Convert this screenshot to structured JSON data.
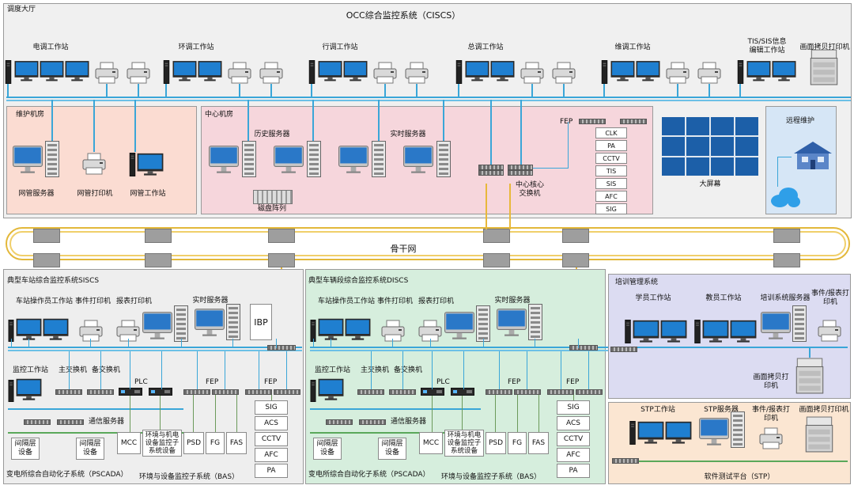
{
  "top": {
    "hall_label": "调度大厅",
    "title": "OCC综合监控系统（CISCS）",
    "stations": [
      "电调工作站",
      "环调工作站",
      "行调工作站",
      "总调工作站",
      "维调工作站"
    ],
    "tis_station": "TIS/SIS信息编辑工作站",
    "tis_station_l1": "TIS/SIS信息",
    "tis_station_l2": "编辑工作站",
    "copy_printer": "画面拷贝打印机"
  },
  "maint": {
    "title": "维护机房",
    "server": "网管服务器",
    "printer": "网管打印机",
    "workstation": "网管工作站"
  },
  "center": {
    "title": "中心机房",
    "history_server": "历史服务器",
    "realtime_server": "实时服务器",
    "disk_array": "磁盘阵列",
    "fep": "FEP",
    "core_switch": "中心核心交换机",
    "core_switch_l1": "中心核心",
    "core_switch_l2": "交换机",
    "fep_stack": [
      "CLK",
      "PA",
      "CCTV",
      "TIS",
      "SIS",
      "AFC",
      "SIG"
    ]
  },
  "screen": {
    "label": "大屏幕"
  },
  "remote": {
    "label": "远程维护"
  },
  "backbone": {
    "label": "骨干网"
  },
  "station": {
    "title": "典型车站综合监控系统SISCS",
    "op_ws": "车站操作员工作站",
    "event_printer": "事件打印机",
    "report_printer": "报表打印机",
    "rt_server": "实时服务器",
    "ibp": "IBP",
    "monitor_ws": "监控工作站",
    "main_switch": "主交换机",
    "backup_switch": "备交换机",
    "plc": "PLC",
    "fep1": "FEP",
    "fep2": "FEP",
    "comm_server": "通信服务器",
    "bay1": "间隔层\n设备",
    "bay2": "间隔层\n设备",
    "mcc": "MCC",
    "env": "环境与机电\n设备监控子\n系统设备",
    "psd": "PSD",
    "fg": "FG",
    "fas": "FAS",
    "stack": [
      "SIG",
      "ACS",
      "CCTV",
      "AFC",
      "PA"
    ],
    "pscada": "变电所综合自动化子系统（PSCADA）",
    "bas": "环境与设备监控子系统（BAS）"
  },
  "depot": {
    "title": "典型车辆段综合监控系统DISCS",
    "op_ws": "车站操作员工作站",
    "event_printer": "事件打印机",
    "report_printer": "报表打印机",
    "rt_server": "实时服务器",
    "monitor_ws": "监控工作站",
    "main_switch": "主交换机",
    "backup_switch": "备交换机",
    "plc": "PLC",
    "fep1": "FEP",
    "fep2": "FEP",
    "comm_server": "通信服务器",
    "bay1": "间隔层\n设备",
    "bay2": "间隔层\n设备",
    "mcc": "MCC",
    "env": "环境与机电\n设备监控子\n系统设备",
    "psd": "PSD",
    "fg": "FG",
    "fas": "FAS",
    "stack": [
      "SIG",
      "ACS",
      "CCTV",
      "AFC",
      "PA"
    ],
    "pscada": "变电所综合自动化子系统（PSCADA）",
    "bas": "环境与设备监控子系统（BAS）"
  },
  "training": {
    "title": "培训管理系统",
    "student_ws": "学员工作站",
    "teacher_ws": "教员工作站",
    "training_server": "培训系统服务器",
    "event_printer": "事件/报表打印机",
    "event_printer_l1": "事件/报表打",
    "event_printer_l2": "印机",
    "copy_printer": "画面拷贝打印机",
    "copy_printer_l1": "画面拷贝打",
    "copy_printer_l2": "印机"
  },
  "stp": {
    "ws": "STP工作站",
    "server": "STP服务器",
    "event_printer_l1": "事件/报表打",
    "event_printer_l2": "印机",
    "copy_printer": "画面拷贝打印机",
    "platform": "软件测试平台（STP）"
  }
}
